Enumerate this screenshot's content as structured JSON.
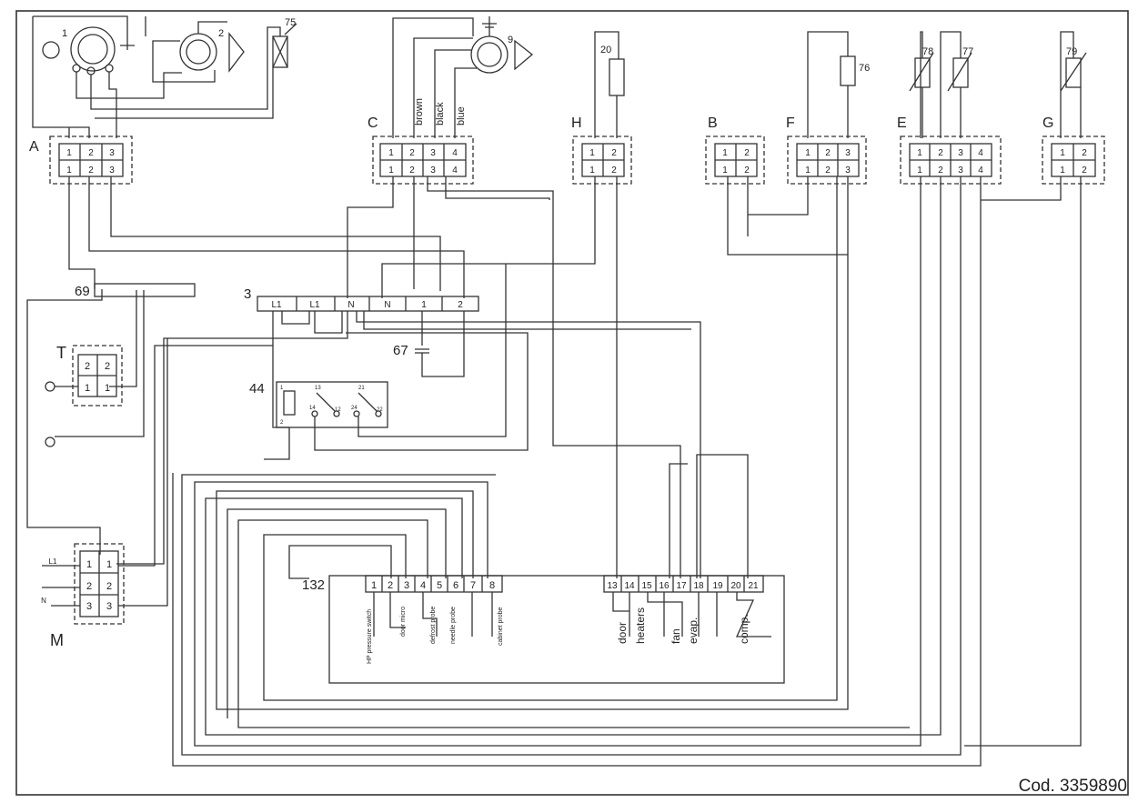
{
  "code": "Cod. 3359890",
  "connectors": {
    "A": {
      "letter": "A",
      "pins": [
        "1",
        "2",
        "3"
      ]
    },
    "C": {
      "letter": "C",
      "pins": [
        "1",
        "2",
        "3",
        "4"
      ]
    },
    "H": {
      "letter": "H",
      "pins": [
        "1",
        "2"
      ]
    },
    "B": {
      "letter": "B",
      "pins": [
        "1",
        "2"
      ]
    },
    "F": {
      "letter": "F",
      "pins": [
        "1",
        "2",
        "3"
      ]
    },
    "E": {
      "letter": "E",
      "pins": [
        "1",
        "2",
        "3",
        "4"
      ]
    },
    "G": {
      "letter": "G",
      "pins": [
        "1",
        "2"
      ]
    }
  },
  "wire_colors": [
    "brown",
    "black",
    "blue"
  ],
  "components": {
    "c1": "1",
    "c2": "2",
    "c9": "9",
    "c75": "75",
    "c20": "20",
    "c76": "76",
    "c78": "78",
    "c77": "77",
    "c79": "79",
    "c69": "69",
    "c3": "3",
    "c67": "67",
    "c44": "44",
    "c132": "132",
    "T": "T",
    "M": "M"
  },
  "terminal_block": [
    "L1",
    "L1",
    "N",
    "N",
    "1",
    "2"
  ],
  "switch_labels": {
    "t13": "13",
    "t12": "12",
    "t14": "14",
    "t21": "21",
    "t24": "24",
    "t22": "22",
    "t1": "1",
    "t2": "2"
  },
  "T_pins": {
    "left": [
      "2",
      "1"
    ],
    "right": [
      "2",
      "1"
    ]
  },
  "M_pins": {
    "left": [
      "1",
      "2",
      "3"
    ],
    "right": [
      "1",
      "2",
      "3"
    ],
    "line_L1": "L1",
    "line_N": "N"
  },
  "controller": {
    "left_pins": [
      "1",
      "2",
      "3",
      "4",
      "5",
      "6",
      "7",
      "8"
    ],
    "right_pins": [
      "13",
      "14",
      "15",
      "16",
      "17",
      "18",
      "19",
      "20",
      "21"
    ],
    "left_labels": [
      "HP pressure switch",
      "door micro",
      "defrost probe",
      "needle probe",
      "cabinet probe"
    ],
    "right_labels": [
      "door",
      "heaters",
      "fan",
      "evap.",
      "comp."
    ]
  }
}
